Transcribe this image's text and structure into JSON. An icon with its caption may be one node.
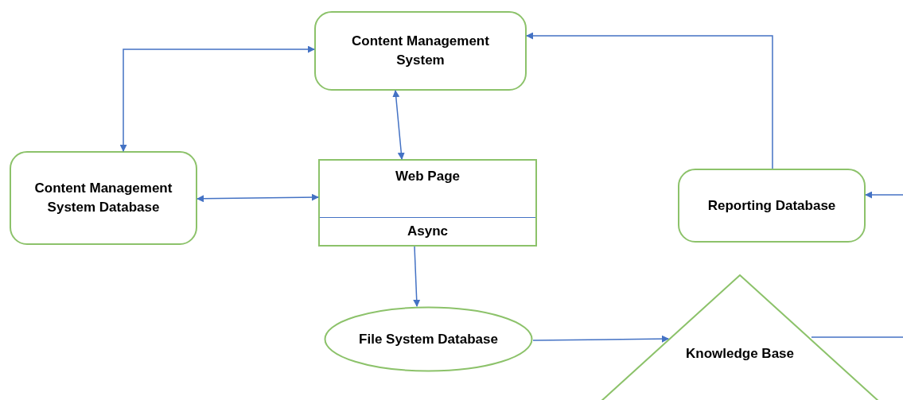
{
  "diagram": {
    "nodes": [
      {
        "text": [
          "Content Management System"
        ]
      },
      {
        "text": [
          "Content Management System Database"
        ]
      },
      {
        "text": [
          "Web Page",
          "Async"
        ]
      },
      {
        "text": [
          "Reporting Database"
        ]
      },
      {
        "text": [
          "File System Database"
        ]
      },
      {
        "text": [
          "Knowledge Base"
        ]
      }
    ],
    "edges": [
      {
        "from": 1,
        "to": 0,
        "arrow": "both"
      },
      {
        "from": 0,
        "to": 2,
        "arrow": "both"
      },
      {
        "from": 1,
        "to": 2,
        "arrow": "both"
      },
      {
        "from": 2,
        "to": 4,
        "arrow": "to"
      },
      {
        "from": 4,
        "to": 5,
        "arrow": "to"
      },
      {
        "from": 3,
        "to": 0,
        "arrow": "to"
      },
      {
        "from": null,
        "to": 3,
        "arrow": "to"
      },
      {
        "from": 5,
        "to": null,
        "arrow": "none"
      }
    ]
  }
}
